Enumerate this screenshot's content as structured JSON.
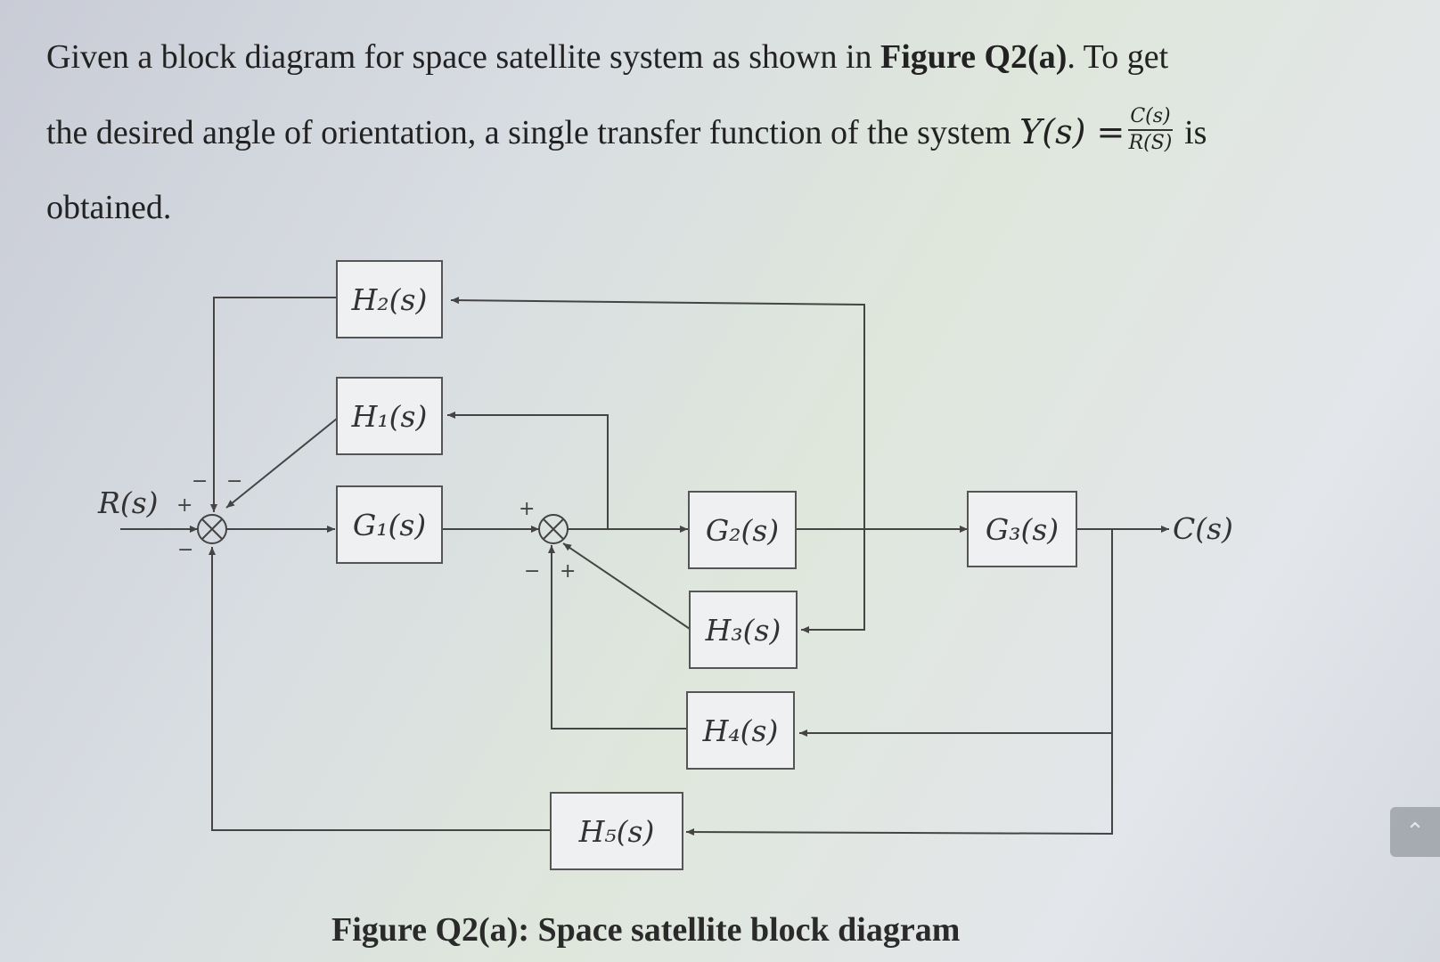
{
  "question": {
    "line1_before": "Given a block diagram for space satellite system as shown in ",
    "line1_bold": "Figure Q2(a)",
    "line1_after": ".  To get",
    "line2_before": "the desired angle of orientation, a single transfer function of the system ",
    "line2_math": "Y(s) =",
    "frac_num": "C(s)",
    "frac_den": "R(S)",
    "line2_after": " is",
    "line3": "obtained."
  },
  "diagram": {
    "input": "R(s)",
    "output": "C(s)",
    "blocks": {
      "H2": "H₂(s)",
      "H1": "H₁(s)",
      "G1": "G₁(s)",
      "G2": "G₂(s)",
      "G3": "G₃(s)",
      "H3": "H₃(s)",
      "H4": "H₄(s)",
      "H5": "H₅(s)"
    },
    "signs": {
      "sj1_input": "+",
      "sj1_top_a": "−",
      "sj1_top_b": "−",
      "sj1_bottom": "−",
      "sj2_input": "+",
      "sj2_bottom_left": "−",
      "sj2_bottom_right": "+"
    }
  },
  "caption": "Figure Q2(a): Space satellite block diagram"
}
